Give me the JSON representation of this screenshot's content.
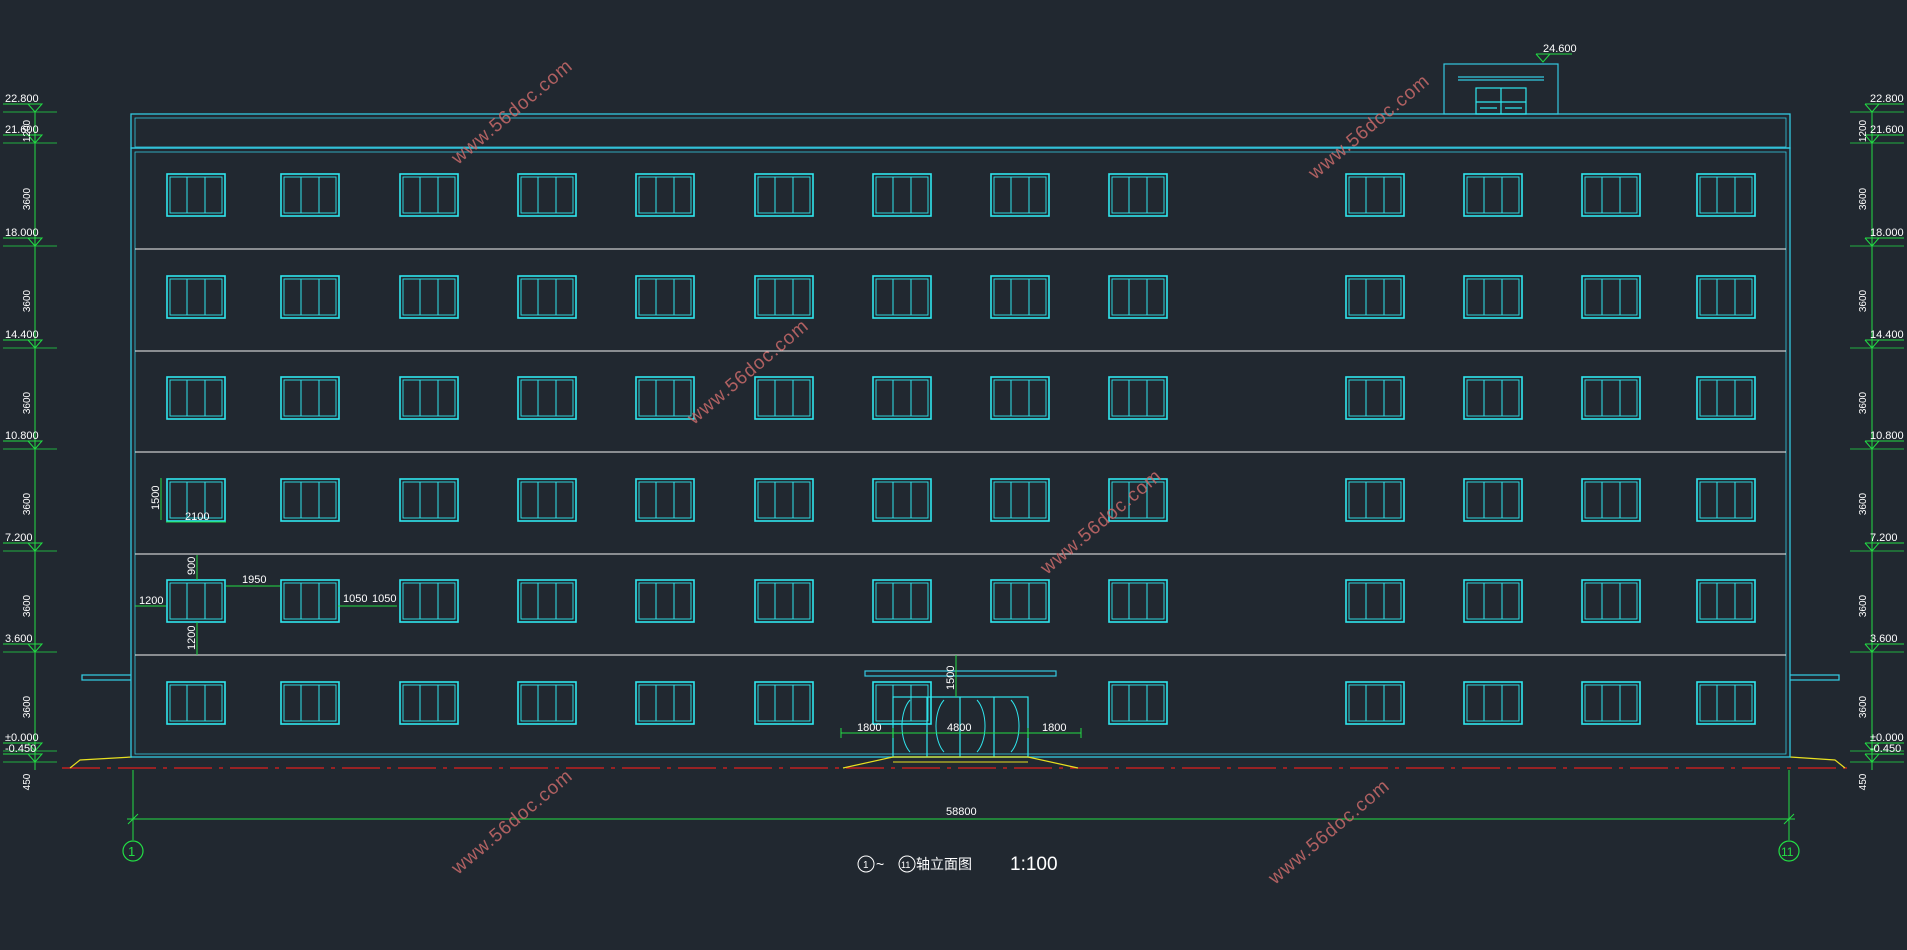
{
  "drawing": {
    "caption": "轴立面图",
    "caption_axis_start": "1",
    "caption_tilde": "~",
    "caption_axis_end": "11",
    "scale": "1:100",
    "axis_left": "1",
    "axis_right": "11",
    "overall_dimension": "58800",
    "colors": {
      "background": "#212830",
      "outline": "#33c9e0",
      "window": "#2fe6ee",
      "dimension": "#22dd44",
      "floor_line": "#f2f2f2",
      "ground_red": "#e01e1e",
      "ground_yellow": "#e8e020",
      "watermark": "#c86a6a"
    }
  },
  "levels_left": [
    "22.800",
    "21.600",
    "18.000",
    "14.400",
    "10.800",
    "7.200",
    "3.600",
    "±0.000",
    "-0.450"
  ],
  "levels_right": [
    "22.800",
    "21.600",
    "18.000",
    "14.400",
    "10.800",
    "7.200",
    "3.600",
    "±0.000",
    "-0.450"
  ],
  "roof_level": "24.600",
  "storey_heights": [
    "1200",
    "3600",
    "3600",
    "3600",
    "3600",
    "3600",
    "3600",
    "450"
  ],
  "window_dims": {
    "height": "1500",
    "width": "2100",
    "sill_above": "900",
    "sill_below": "1200",
    "edge_offset": "1200",
    "gap": "1950",
    "pier_a": "1050",
    "pier_b": "1050"
  },
  "entrance_dims": {
    "canopy_height": "1500",
    "door_width": "4800",
    "side_left": "1800",
    "side_right": "1800"
  },
  "watermarks": [
    "www.56doc.com",
    "www.56doc.com",
    "www.56doc.com",
    "www.56doc.com",
    "www.56doc.com",
    "www.56doc.com"
  ]
}
